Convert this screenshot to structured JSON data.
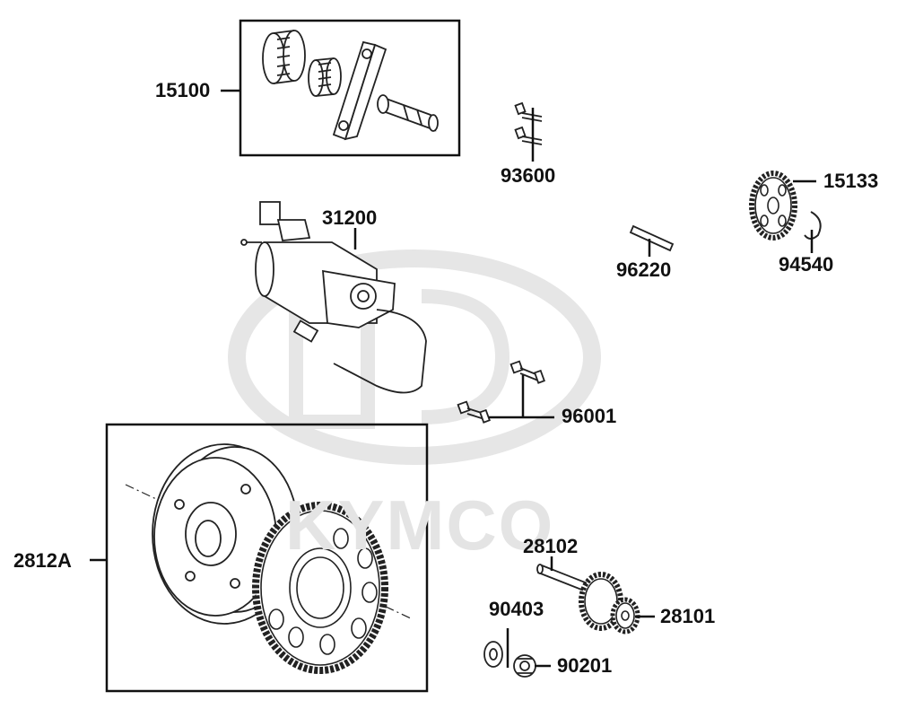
{
  "watermark": {
    "brand_text": "KYMCO"
  },
  "colors": {
    "line": "#111111",
    "part_stroke": "#222222",
    "watermark": "#e4e4e4"
  },
  "parts": [
    {
      "id": "15100",
      "label": "15100"
    },
    {
      "id": "93600",
      "label": "93600"
    },
    {
      "id": "15133",
      "label": "15133"
    },
    {
      "id": "31200",
      "label": "31200"
    },
    {
      "id": "96220",
      "label": "96220"
    },
    {
      "id": "94540",
      "label": "94540"
    },
    {
      "id": "96001",
      "label": "96001"
    },
    {
      "id": "28102",
      "label": "28102"
    },
    {
      "id": "2812A",
      "label": "2812A"
    },
    {
      "id": "90403",
      "label": "90403"
    },
    {
      "id": "28101",
      "label": "28101"
    },
    {
      "id": "90201",
      "label": "90201"
    }
  ]
}
